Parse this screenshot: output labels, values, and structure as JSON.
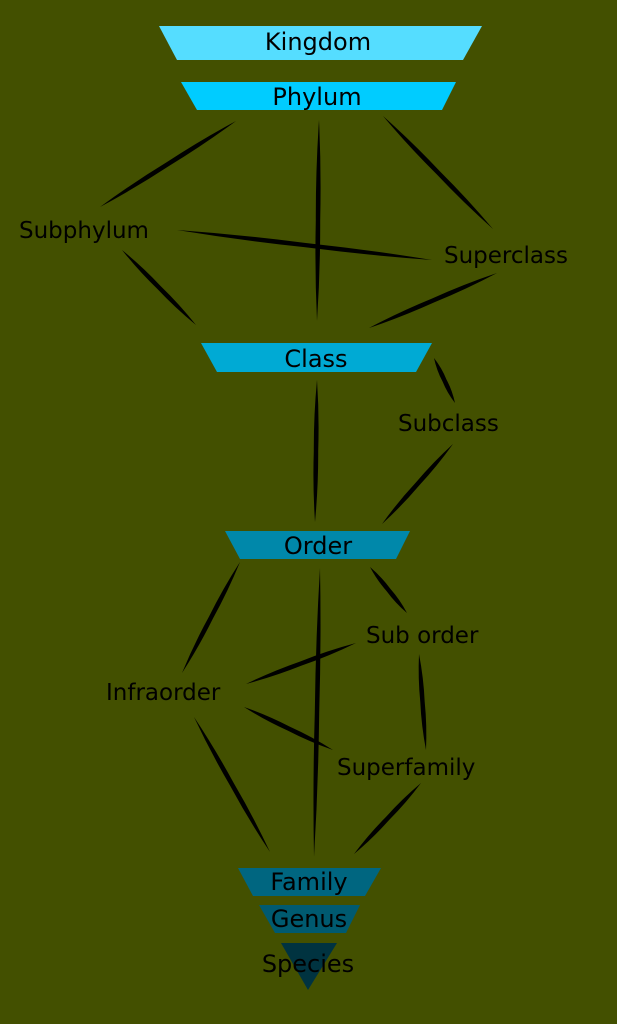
{
  "title": "Taxonomic rank hierarchy",
  "colors": {
    "background": "#435000",
    "connector": "#000000",
    "kingdom": "#55ddff",
    "phylum": "#00ccff",
    "class": "#00aad4",
    "order": "#0088aa",
    "family": "#006680",
    "genus": "#005a70",
    "species": "#003340"
  },
  "primary_ranks": [
    {
      "id": "kingdom",
      "label": "Kingdom",
      "shape": "trapezoid"
    },
    {
      "id": "phylum",
      "label": "Phylum",
      "shape": "trapezoid"
    },
    {
      "id": "class",
      "label": "Class",
      "shape": "trapezoid"
    },
    {
      "id": "order",
      "label": "Order",
      "shape": "trapezoid"
    },
    {
      "id": "family",
      "label": "Family",
      "shape": "trapezoid"
    },
    {
      "id": "genus",
      "label": "Genus",
      "shape": "trapezoid"
    },
    {
      "id": "species",
      "label": "Species",
      "shape": "triangle"
    }
  ],
  "intermediate_ranks": [
    {
      "id": "subphylum",
      "label": "Subphylum"
    },
    {
      "id": "superclass",
      "label": "Superclass"
    },
    {
      "id": "subclass",
      "label": "Subclass"
    },
    {
      "id": "suborder",
      "label": "Sub order"
    },
    {
      "id": "infraorder",
      "label": "Infraorder"
    },
    {
      "id": "superfamily",
      "label": "Superfamily"
    }
  ],
  "connections": [
    [
      "phylum",
      "subphylum"
    ],
    [
      "phylum",
      "class"
    ],
    [
      "phylum",
      "superclass"
    ],
    [
      "subphylum",
      "superclass"
    ],
    [
      "subphylum",
      "class"
    ],
    [
      "superclass",
      "class"
    ],
    [
      "class",
      "order"
    ],
    [
      "class",
      "subclass"
    ],
    [
      "subclass",
      "order"
    ],
    [
      "order",
      "infraorder"
    ],
    [
      "order",
      "family"
    ],
    [
      "order",
      "suborder"
    ],
    [
      "suborder",
      "infraorder"
    ],
    [
      "suborder",
      "superfamily"
    ],
    [
      "infraorder",
      "superfamily"
    ],
    [
      "infraorder",
      "family"
    ],
    [
      "superfamily",
      "family"
    ]
  ]
}
